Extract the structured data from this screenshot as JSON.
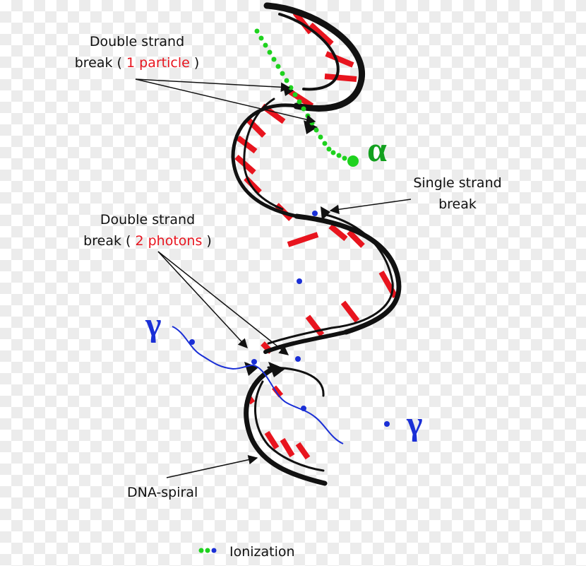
{
  "labels": {
    "dsb_particle_line1": "Double strand",
    "dsb_particle_pre": "break (",
    "dsb_particle_value": "1 particle",
    "dsb_particle_post": ")",
    "ssb_line1": "Single strand",
    "ssb_line2": "break",
    "dsb_photon_line1": "Double strand",
    "dsb_photon_pre": "break (",
    "dsb_photon_value": "2 photons",
    "dsb_photon_post": ")",
    "dna_spiral": "DNA-spiral",
    "legend_ionization": "Ionization",
    "alpha_symbol": "α",
    "gamma_symbol": "γ"
  },
  "colors": {
    "strand": "#111111",
    "rung": "#e8141e",
    "alpha_track": "#1ed21e",
    "gamma_track": "#1a2fd6",
    "ionization": "#1a2fd6",
    "alpha_text": "#12a01e"
  }
}
